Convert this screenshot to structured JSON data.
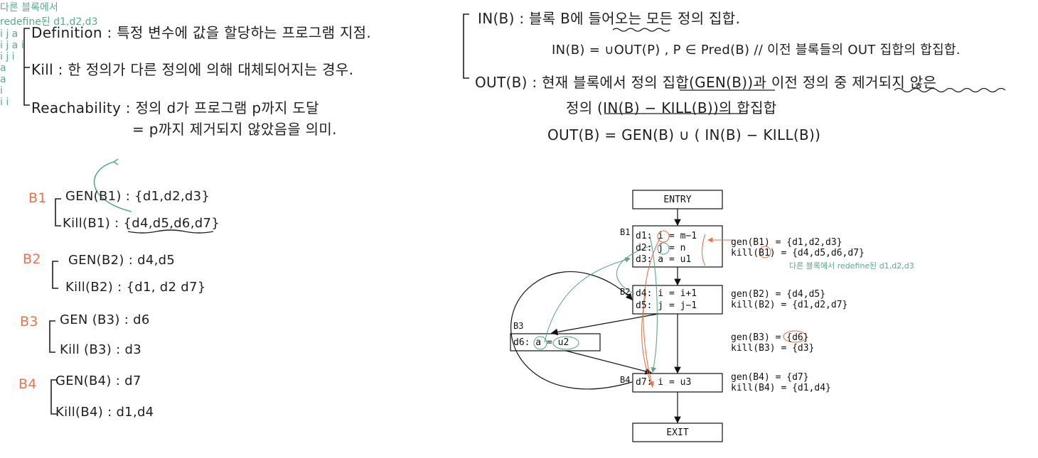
{
  "notes_left": {
    "definition": "Definition :  특정 변수에 값을 할당하는 프로그램 지점.",
    "kill": "Kill :  한 정의가  다른 정의에 의해 대체되어지는 경우.",
    "reachability_1": "Reachability : 정의 d가  프로그램 p까지 도달",
    "reachability_2": "= p까지 제거되지 않았음을 의미."
  },
  "notes_right": {
    "in_def": "IN(B) :  블록 B에 들어오는  모든 정의 집합.",
    "in_formula": "IN(B) = ∪OUT(P) , P ∈ Pred(B)  // 이전 블록들의  OUT 집합의 합집합.",
    "out_def": "OUT(B) :  현재 블록에서 정의 집합(GEN(B))과  이전 정의 중 제거되지 않은",
    "out_def_2": "정의 (IN(B) − KILL(B))의  합집합",
    "out_formula": "OUT(B) = GEN(B) ∪ ( IN(B) − KILL(B))"
  },
  "green_note_top": "다른 블록에서",
  "green_note_mid": "redefine된 d1,d2,d3",
  "green_note_small": "다른 블록에서 redefine된 d1,d2,d3",
  "blocks_hw": [
    {
      "label": "B1",
      "gen": "GEN(B1) : {d1,d2,d3}",
      "kill": "Kill(B1) : {d4,d5,d6,d7}",
      "gen_marks": "i  j  a",
      "kill_marks": "i  j  a  i"
    },
    {
      "label": "B2",
      "gen": "GEN(B2) : d4,d5",
      "kill": "Kill(B2) : {d1, d2 d7}",
      "kill_marks": "i  j  i"
    },
    {
      "label": "B3",
      "gen": "GEN (B3) : d6",
      "kill": "Kill (B3) : d3",
      "gen_marks": "a",
      "kill_marks": "a"
    },
    {
      "label": "B4",
      "gen": "GEN(B4) : d7",
      "kill": "Kill(B4) : d1,d4",
      "gen_marks": "i",
      "kill_marks": "i  i"
    }
  ],
  "cfg": {
    "entry": "ENTRY",
    "exit": "EXIT",
    "b1_label": "B1",
    "b1_lines": [
      "d1: i = m−1",
      "d2: j = n",
      "d3: a = u1"
    ],
    "b2_label": "B2",
    "b2_lines": [
      "d4: i = i+1",
      "d5: j = j−1"
    ],
    "b3_label": "B3",
    "b3_lines": [
      "d6: a = u2"
    ],
    "b4_label": "B4",
    "b4_lines": [
      "d7: i = u3"
    ],
    "sets": [
      {
        "gen": "gen(B1) = {d1,d2,d3}",
        "kill": "kill(B1) = {d4,d5,d6,d7}"
      },
      {
        "gen": "gen(B2) = {d4,d5}",
        "kill": "kill(B2) = {d1,d2,d7}"
      },
      {
        "gen": "gen(B3) = {d6}",
        "kill": "kill(B3) = {d3}"
      },
      {
        "gen": "gen(B4) = {d7}",
        "kill": "kill(B4) = {d1,d4}"
      }
    ]
  },
  "colors": {
    "ink": "#1f1f1f",
    "orange": "#e3764e",
    "green": "#5ca88d"
  }
}
